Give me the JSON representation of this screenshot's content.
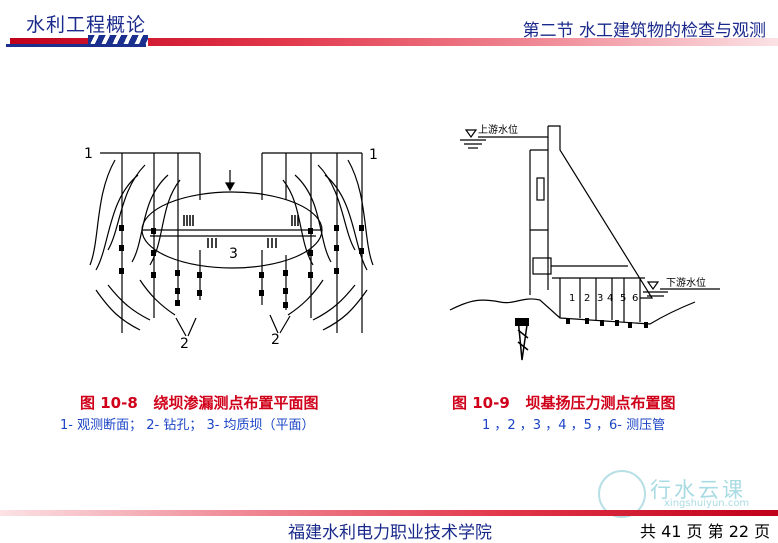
{
  "header": {
    "course_title": "水利工程概论",
    "section_title": "第二节  水工建筑物的检查与观测"
  },
  "figure_left": {
    "labels": {
      "line_left": "1",
      "line_right": "1",
      "dam": "3",
      "hole_left": "2",
      "hole_right": "2"
    },
    "caption_number": "图 10-8",
    "caption_title": "绕坝渗漏测点布置平面图",
    "legend": "1- 观测断面；   2- 钻孔；    3- 均质坝（平面）"
  },
  "figure_right": {
    "labels": {
      "upstream_level": "上游水位",
      "downstream_level": "下游水位",
      "pipes": [
        "1",
        "2",
        "3",
        "4",
        "5",
        "6"
      ]
    },
    "caption_number": "图 10-9",
    "caption_title": "坝基扬压力测点布置图",
    "legend": "1 ，2 ，3 ，4 ，5 ，6- 测压管"
  },
  "footer": {
    "school": "福建水利电力职业技术学院",
    "page_info": "共 41 页  第 22 页"
  },
  "watermark": {
    "brand": "行水云课",
    "url": "xingshuiyun.com"
  },
  "colors": {
    "header_text": "#1a2a8c",
    "caption_red": "#d0001a",
    "legend_blue": "#1b44c6"
  }
}
